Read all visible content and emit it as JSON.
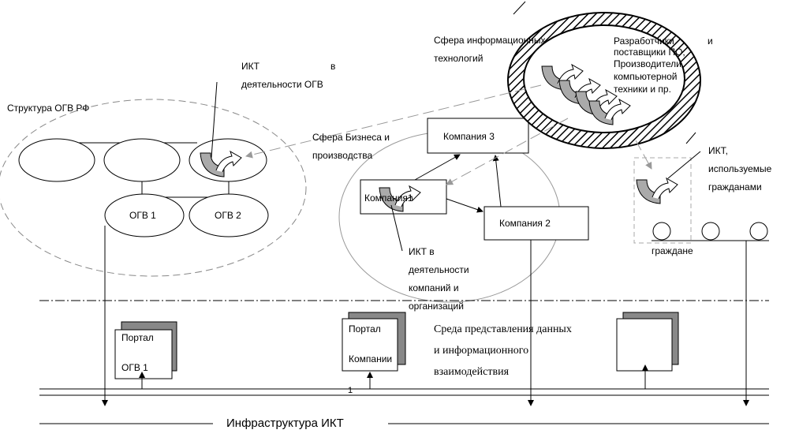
{
  "labels": {
    "ogv_structure": "Структура ОГВ РФ",
    "ikt_ogv_1": "ИКТ",
    "ikt_ogv_2": "в",
    "ikt_ogv_3": "деятельности ОГВ",
    "ogv1": "ОГВ 1",
    "ogv2": "ОГВ 2",
    "it_sphere_1": "Сфера  информационных",
    "it_sphere_2": "технологий",
    "dev_1": "Разработчики",
    "dev_1b": "и",
    "dev_2": "поставщики ПО,",
    "dev_3": "Производители",
    "dev_4": "компьютерной",
    "dev_5": "техники и пр.",
    "business_1": "Сфера  Бизнеса  и",
    "business_2": "производства",
    "company3": "Компания 3",
    "company1": "Компания1",
    "company2": "Компания 2",
    "ikt_citizens_1": "ИКТ,",
    "ikt_citizens_2": "используемые",
    "ikt_citizens_3": "гражданами",
    "citizens": "граждане",
    "ikt_comp_1": "ИКТ в",
    "ikt_comp_2": "деятельности",
    "ikt_comp_3": "компаний и",
    "ikt_comp_4": "организаций",
    "portal_ogv_1": "Портал",
    "portal_ogv_2": "ОГВ 1",
    "portal_comp_1": "Портал",
    "portal_comp_2": "Компании",
    "env_1": "Среда представления данных",
    "env_2": "и информационного",
    "env_3": "взаимодействия",
    "bus_num": "1",
    "infra": "Инфраструктура ИКТ"
  }
}
